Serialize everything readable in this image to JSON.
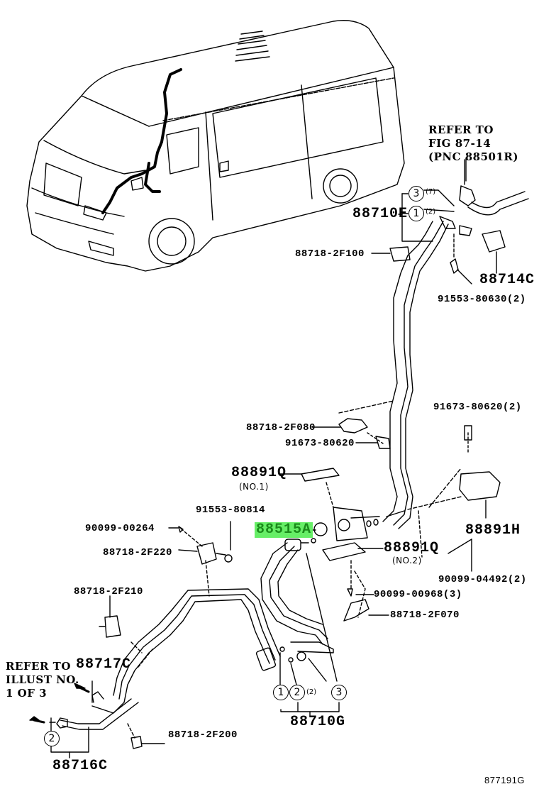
{
  "diagram": {
    "title_ref": "877191G",
    "highlight_color": "#66ee66",
    "notes": {
      "refer_fig": "REFER TO\nFIG 87-14\n(PNC 88501R)",
      "refer_illust": "REFER TO\nILLUST NO.\n1 OF 3"
    },
    "parts": [
      {
        "id": "88710E",
        "label": "88710E"
      },
      {
        "id": "88718-2F100",
        "label": "88718-2F100"
      },
      {
        "id": "88714C",
        "label": "88714C"
      },
      {
        "id": "91553-80630",
        "label": "91553-80630(2)"
      },
      {
        "id": "91673-80620-2",
        "label": "91673-80620(2)"
      },
      {
        "id": "88718-2F080",
        "label": "88718-2F080"
      },
      {
        "id": "91673-80620",
        "label": "91673-80620"
      },
      {
        "id": "88891Q-1",
        "label": "88891Q",
        "sub": "(NO.1)"
      },
      {
        "id": "91553-80814",
        "label": "91553-80814"
      },
      {
        "id": "90099-00264",
        "label": "90099-00264"
      },
      {
        "id": "88515A",
        "label": "88515A",
        "highlighted": true
      },
      {
        "id": "88891H",
        "label": "88891H"
      },
      {
        "id": "88718-2F220",
        "label": "88718-2F220"
      },
      {
        "id": "88891Q-2",
        "label": "88891Q",
        "sub": "(NO.2)"
      },
      {
        "id": "90099-04492",
        "label": "90099-04492(2)"
      },
      {
        "id": "90099-00968",
        "label": "90099-00968(3)"
      },
      {
        "id": "88718-2F210",
        "label": "88718-2F210"
      },
      {
        "id": "88718-2F070",
        "label": "88718-2F070"
      },
      {
        "id": "88717C",
        "label": "88717C"
      },
      {
        "id": "88716C",
        "label": "88716C"
      },
      {
        "id": "88718-2F200",
        "label": "88718-2F200"
      },
      {
        "id": "88710G",
        "label": "88710G"
      }
    ],
    "callouts": {
      "top": [
        {
          "num": "3",
          "qty": "(7)"
        },
        {
          "num": "1",
          "qty": "(2)"
        }
      ],
      "bottom": [
        {
          "num": "1",
          "qty": ""
        },
        {
          "num": "2",
          "qty": "(2)"
        },
        {
          "num": "3",
          "qty": ""
        }
      ],
      "left": [
        {
          "num": "2",
          "qty": ""
        }
      ]
    }
  }
}
